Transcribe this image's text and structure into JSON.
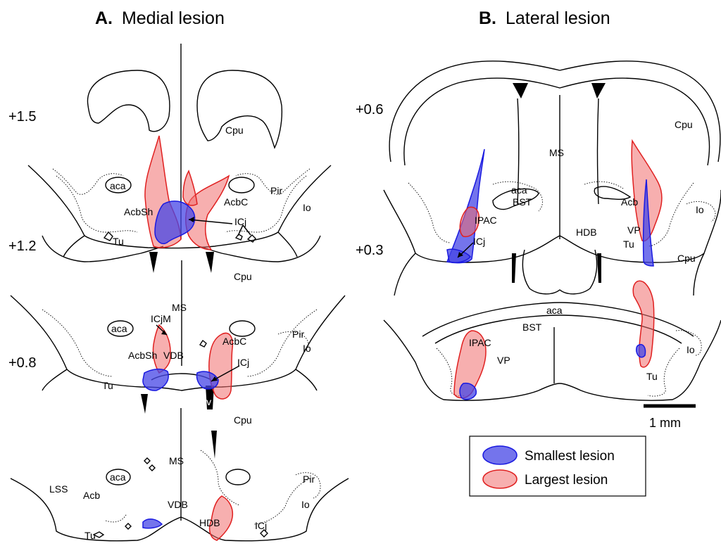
{
  "panels": {
    "a": {
      "letter": "A.",
      "title": "Medial lesion"
    },
    "b": {
      "letter": "B.",
      "title": "Lateral lesion"
    }
  },
  "coords": {
    "a1": "+1.5",
    "a2": "+1.2",
    "a3": "+0.8",
    "b1": "+0.6",
    "b2": "+0.3"
  },
  "labels": {
    "cpu": "Cpu",
    "aca": "aca",
    "pir": "Pir",
    "io": "Io",
    "acbsh": "AcbSh",
    "acbc": "AcbC",
    "icj": "ICj",
    "tu": "Tu",
    "icjm": "ICjM",
    "ms": "MS",
    "vdb": "VDB",
    "lv": "lv",
    "lss": "LSS",
    "acb": "Acb",
    "hdb": "HDB",
    "bst": "BST",
    "ipac": "IPAC",
    "vp": "VP"
  },
  "legend": {
    "smallest": "Smallest lesion",
    "largest": "Largest lesion",
    "colors": {
      "smallest_fill": "#4646e6",
      "largest_fill": "#f06e6e",
      "smallest_stroke": "#1a1ae0",
      "largest_stroke": "#e02020"
    }
  },
  "scale_bar": {
    "label": "1 mm"
  }
}
